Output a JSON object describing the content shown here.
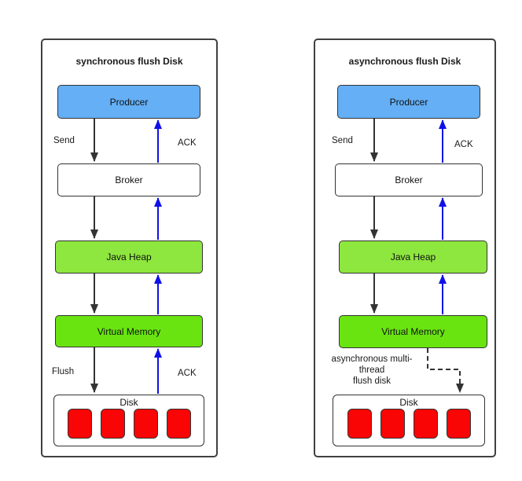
{
  "colors": {
    "panel_border": "#404040",
    "box_border": "#333333",
    "producer_fill": "#64aff5",
    "broker_fill": "#ffffff",
    "java_heap_fill": "#8de73e",
    "virtual_memory_fill": "#69e410",
    "disk_fill": "#ffffff",
    "disk_block_fill": "#fa0505",
    "black_arrow": "#333333",
    "blue_arrow": "#1010e8",
    "text": "#1a1a1a"
  },
  "panels": [
    {
      "title": "synchronous flush Disk",
      "nodes": {
        "producer": "Producer",
        "broker": "Broker",
        "java_heap": "Java Heap",
        "virtual_memory": "Virtual Memory",
        "disk": "Disk"
      },
      "edge_labels": {
        "send": "Send",
        "ack_top": "ACK",
        "flush": "Flush",
        "ack_bottom": "ACK"
      }
    },
    {
      "title": "asynchronous flush Disk",
      "nodes": {
        "producer": "Producer",
        "broker": "Broker",
        "java_heap": "Java Heap",
        "virtual_memory": "Virtual Memory",
        "disk": "Disk"
      },
      "edge_labels": {
        "send": "Send",
        "ack_top": "ACK",
        "async_note": "asynchronous multi-\nthread\nflush disk"
      }
    }
  ]
}
